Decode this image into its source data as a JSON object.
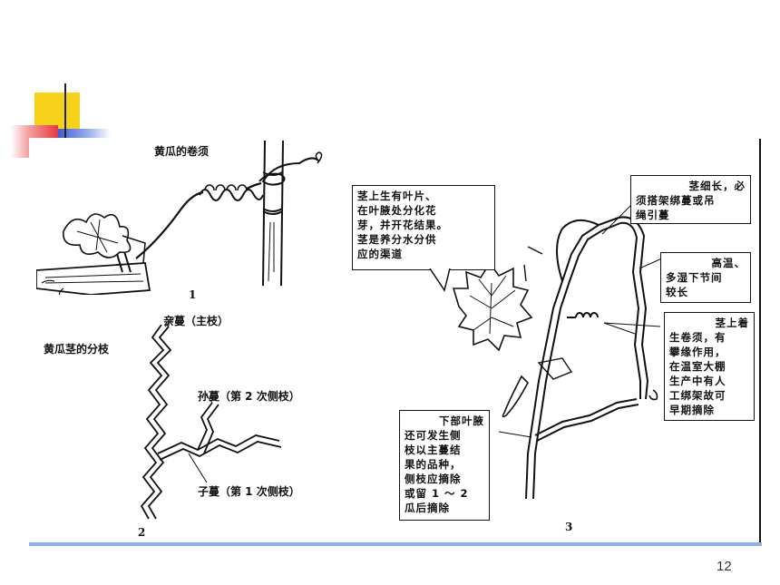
{
  "slide": {
    "page_number": "12",
    "accent_colors": {
      "yellow": "#f7d21a",
      "red": "#e8383d",
      "blue": "#3a5fd6",
      "bottom_rule": "#8fb0e8"
    }
  },
  "figure1": {
    "title": "黄瓜的卷须",
    "number": "1"
  },
  "figure2": {
    "branch_title": "黄瓜茎的分枝",
    "main_vine": "亲蔓（主枝）",
    "grandchild_vine": "孙蔓（第 2 次侧枝）",
    "child_vine": "子蔓（第 1 次侧枝）",
    "number": "2"
  },
  "figure3": {
    "number": "3",
    "callout_leaf": [
      "茎上生有叶片、",
      "在叶腋处分化花",
      "芽，并开花结果。",
      "茎是养分水分供",
      "应的渠道"
    ],
    "callout_slender": [
      "茎细长，必",
      "须搭架绑蔓或吊",
      "绳引蔓"
    ],
    "callout_internode": [
      "高温、",
      "多湿下节间",
      "较长"
    ],
    "callout_tendril": [
      "茎上着",
      "生卷须，有",
      "攀缘作用，",
      "在温室大棚",
      "生产中有人",
      "工绑架故可",
      "早期摘除"
    ],
    "callout_lower": [
      "下部叶腋",
      "还可发生侧",
      "枝以主蔓结",
      "果的品种，",
      "侧枝应摘除",
      "或留 1 ～ 2",
      "瓜后摘除"
    ]
  }
}
